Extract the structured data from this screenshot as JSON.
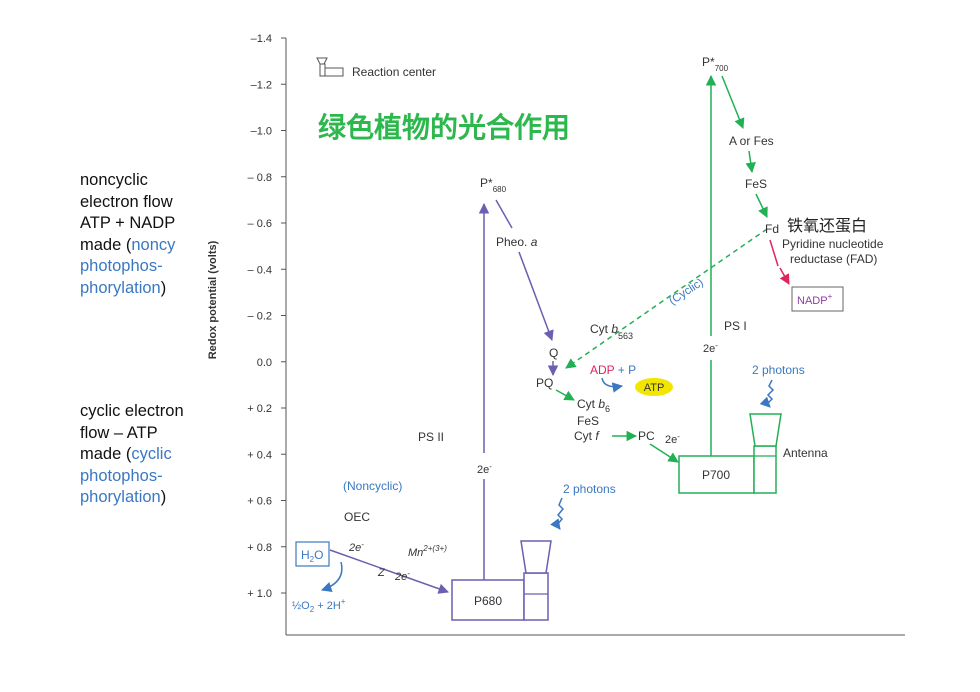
{
  "side_notes": {
    "noncyclic": {
      "line1": "noncyclic",
      "line2": "electron flow",
      "line3": "ATP + NADP",
      "line4_prefix": "made (",
      "line4_hl": "noncy",
      "line5": "photophos-",
      "line6": "phorylation",
      "line6_suffix": ")"
    },
    "cyclic": {
      "line1": "cyclic electron",
      "line2": "flow – ATP",
      "line3_prefix": "made (",
      "line3_hl": "cyclic",
      "line4": "photophos-",
      "line5": "phorylation",
      "line5_suffix": ")"
    }
  },
  "diagram": {
    "title_cn": "绿色植物的光合作用",
    "legend_label": "Reaction center",
    "y_axis_label": "Redox potential (volts)",
    "y_ticks": [
      "–1.4",
      "–1.2",
      "–1.0",
      "– 0.8",
      "– 0.6",
      "– 0.4",
      "– 0.2",
      "0.0",
      "+ 0.2",
      "+ 0.4",
      "+ 0.6",
      "+ 0.8",
      "+ 1.0"
    ],
    "labels": {
      "p680_star": "P*",
      "p680_star_sub": "680",
      "pheo": "Pheo.",
      "pheo_a": "a",
      "q": "Q",
      "pq": "PQ",
      "cyt_b563": "Cyt",
      "cyt_b563_b": "b",
      "cyt_b563_sub": "563",
      "cyt_b6": "Cyt",
      "cyt_b6_b": "b",
      "cyt_b6_sub": "6",
      "fes_mid": "FeS",
      "cyt_f": "Cyt",
      "cyt_f_f": "f",
      "pc": "PC",
      "pc_2e": "2e",
      "adp_p_adp": "ADP",
      "adp_p_plus": " + P",
      "atp": "ATP",
      "ps2": "PS II",
      "ps1": "PS I",
      "noncyclic": "(Noncyclic)",
      "cyclic": "(Cyclic)",
      "oec": "OEC",
      "h2o": "H",
      "h2o_sub": "2",
      "h2o_o": "O",
      "o2_half": "½O",
      "o2_sub": "2",
      "o2_rest": " + 2H",
      "o2_sup": "+",
      "mn": "Mn",
      "mn_sup": "2+(3+)",
      "z": "Z",
      "e_2_a": "2e",
      "e_2_b": "2e",
      "e_ps2": "2e",
      "e_ps1": "2e",
      "e_sup": "-",
      "p680": "P680",
      "p700": "P700",
      "photons_1": "2 photons",
      "photons_2": "2 photons",
      "antenna": "Antenna",
      "p700_star": "P*",
      "p700_star_sub": "700",
      "a_or_fes": "A or Fes",
      "fes_top": "FeS",
      "fd": "Fd",
      "fd_cn": "铁氧还蛋白",
      "pyridine_1": "Pyridine nucleotide",
      "pyridine_2": "reductase (FAD)",
      "nadp": "NADP",
      "nadp_sup": "+"
    },
    "colors": {
      "purple": "#6a5fb0",
      "green": "#22b055",
      "blue": "#3a78c2",
      "title_green": "#2db84d",
      "pink": "#e0245e",
      "magenta": "#8b3fa0",
      "atp_fill": "#f2e600"
    }
  }
}
